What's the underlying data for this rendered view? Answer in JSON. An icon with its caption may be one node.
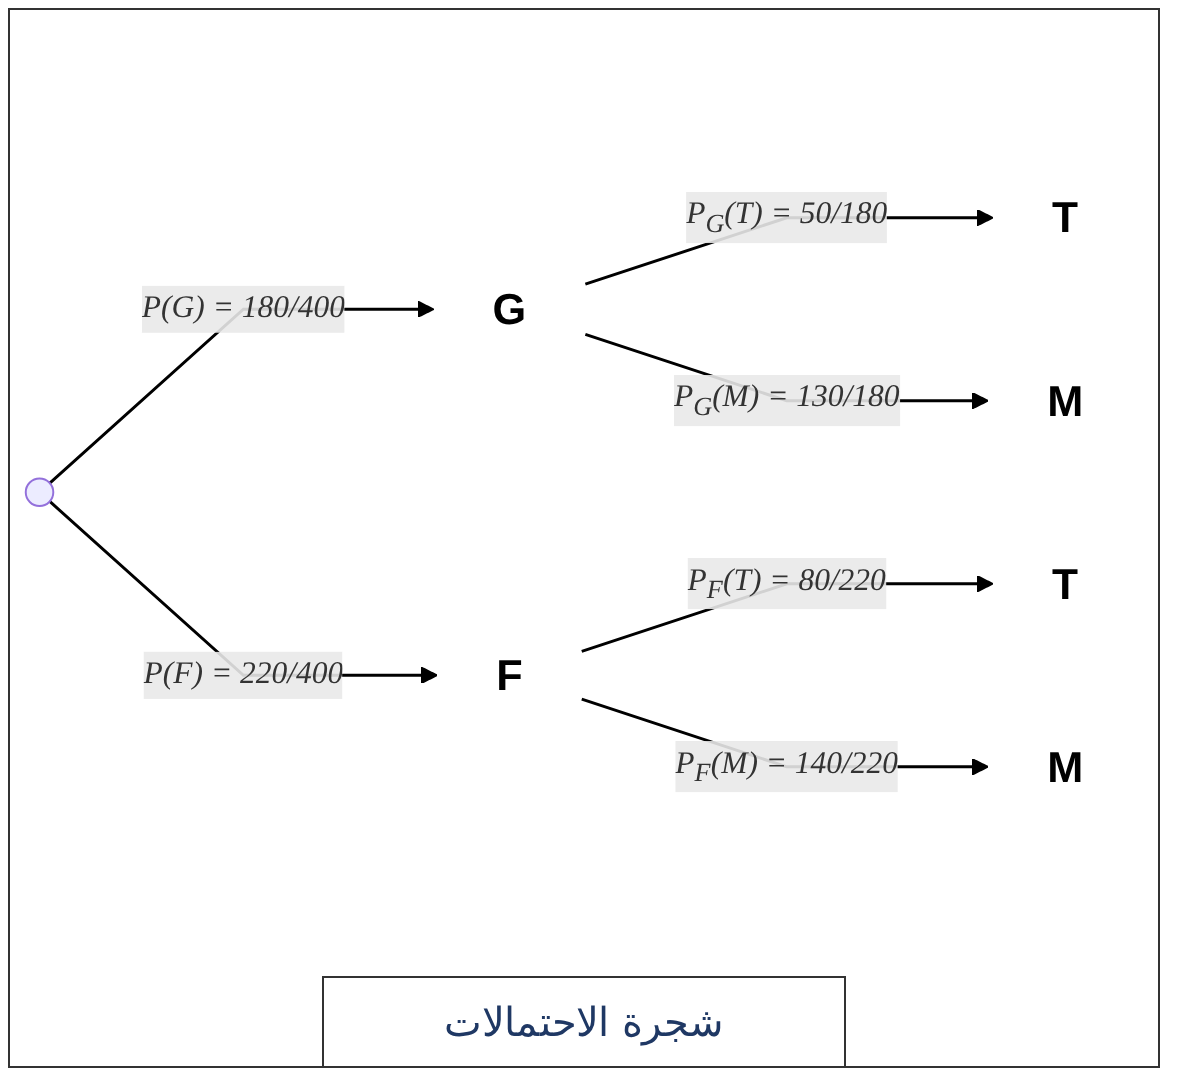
{
  "diagram": {
    "caption": "شجرة الاحتمالات",
    "nodes": [
      {
        "text": [],
        "shape": "circle"
      },
      {
        "text": [
          "G"
        ]
      },
      {
        "text": [
          "F"
        ]
      },
      {
        "text": [
          "T"
        ]
      },
      {
        "text": [
          "M"
        ]
      },
      {
        "text": [
          "T"
        ]
      },
      {
        "text": [
          "M"
        ]
      }
    ],
    "edges": [
      {
        "from": 0,
        "to": 1,
        "arrow": "to",
        "label": "P(G) = 180/400"
      },
      {
        "from": 0,
        "to": 2,
        "arrow": "to",
        "label": "P(F) = 220/400"
      },
      {
        "from": 1,
        "to": 3,
        "arrow": "to",
        "label": "P$_{G}$(T) = 50/180"
      },
      {
        "from": 1,
        "to": 4,
        "arrow": "to",
        "label": "P$_{G}$(M) = 130/180"
      },
      {
        "from": 2,
        "to": 5,
        "arrow": "to",
        "label": "P$_{F}$(T) = 80/220"
      },
      {
        "from": 2,
        "to": 6,
        "arrow": "to",
        "label": "P$_{F}$(M) = 140/220"
      }
    ]
  }
}
